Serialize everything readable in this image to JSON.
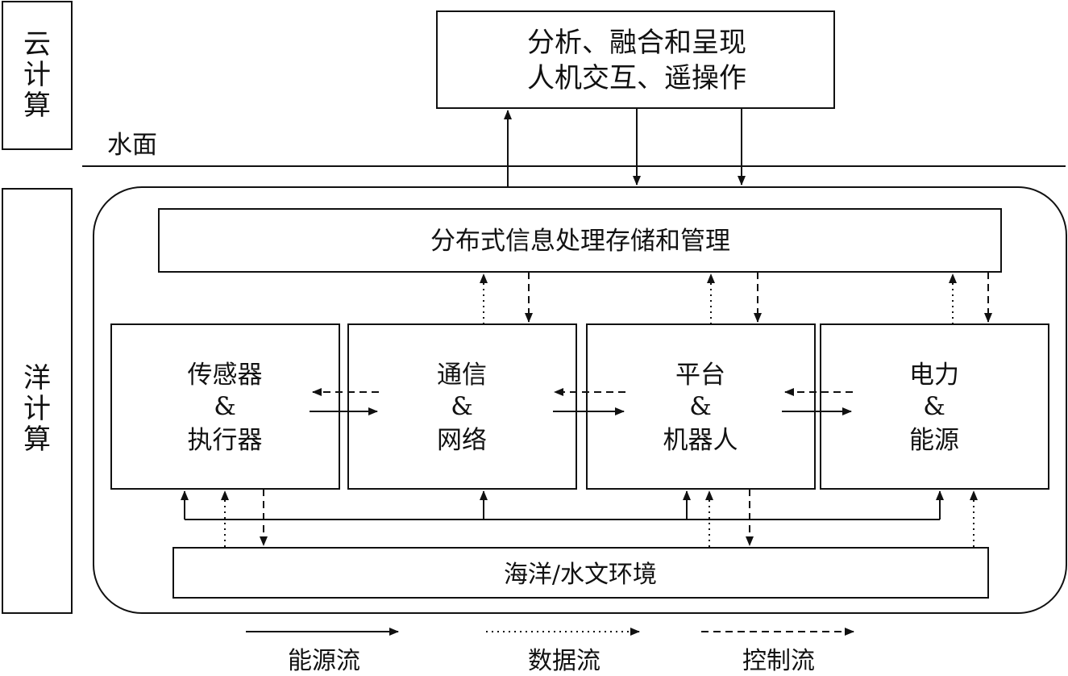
{
  "side_labels": {
    "cloud": [
      "云",
      "计",
      "算"
    ],
    "ocean": [
      "洋",
      "计",
      "算"
    ]
  },
  "water_surface": "水面",
  "top_box": {
    "line1": "分析、融合和呈现",
    "line2": "人机交互、遥操作"
  },
  "info_box": "分布式信息处理存储和管理",
  "modules": [
    {
      "line1": "传感器",
      "line2": "&",
      "line3": "执行器"
    },
    {
      "line1": "通信",
      "line2": "&",
      "line3": "网络"
    },
    {
      "line1": "平台",
      "line2": "&",
      "line3": "机器人"
    },
    {
      "line1": "电力",
      "line2": "&",
      "line3": "能源"
    }
  ],
  "environment_box": "海洋/水文环境",
  "legend": {
    "energy": "能源流",
    "data": "数据流",
    "control": "控制流"
  }
}
